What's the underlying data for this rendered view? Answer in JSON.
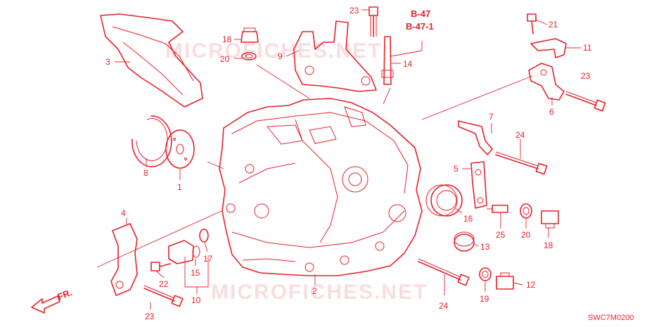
{
  "watermark": "MICROFICHES.NET",
  "diagram_code": "SWC7M0200",
  "ref_labels": [
    "B-47",
    "B-47-1"
  ],
  "direction_label": "FR.",
  "callouts": [
    "23",
    "B-47",
    "21",
    "18",
    "11",
    "9",
    "20",
    "14",
    "3",
    "23",
    "6",
    "7",
    "8",
    "24",
    "1",
    "5",
    "4",
    "16",
    "25",
    "20",
    "18",
    "13",
    "17",
    "15",
    "22",
    "2",
    "12",
    "10",
    "19",
    "24",
    "23"
  ]
}
